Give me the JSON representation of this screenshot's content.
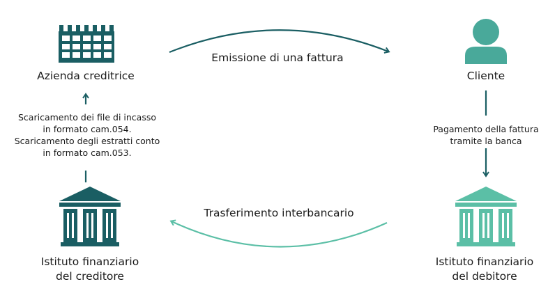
{
  "nodes": {
    "creditor_company": "Azienda creditrice",
    "client": "Cliente",
    "creditor_bank": [
      "Istituto finanziario",
      "del creditore"
    ],
    "debtor_bank": [
      "Istituto finanziario",
      "del debitore"
    ]
  },
  "flows": {
    "invoice": "Emissione di una fattura",
    "interbank": "Trasferimento interbancario",
    "payment": [
      "Pagamento della fattura",
      "tramite la banca"
    ],
    "download": [
      "Scaricamento dei file di incasso",
      "in formato cam.054.",
      "Scaricamento degli estratti conto",
      "in formato cam.053."
    ]
  },
  "colors": {
    "dark_teal": "#1a5e63",
    "light_teal": "#5bbfa6",
    "person_teal": "#49a99a"
  }
}
